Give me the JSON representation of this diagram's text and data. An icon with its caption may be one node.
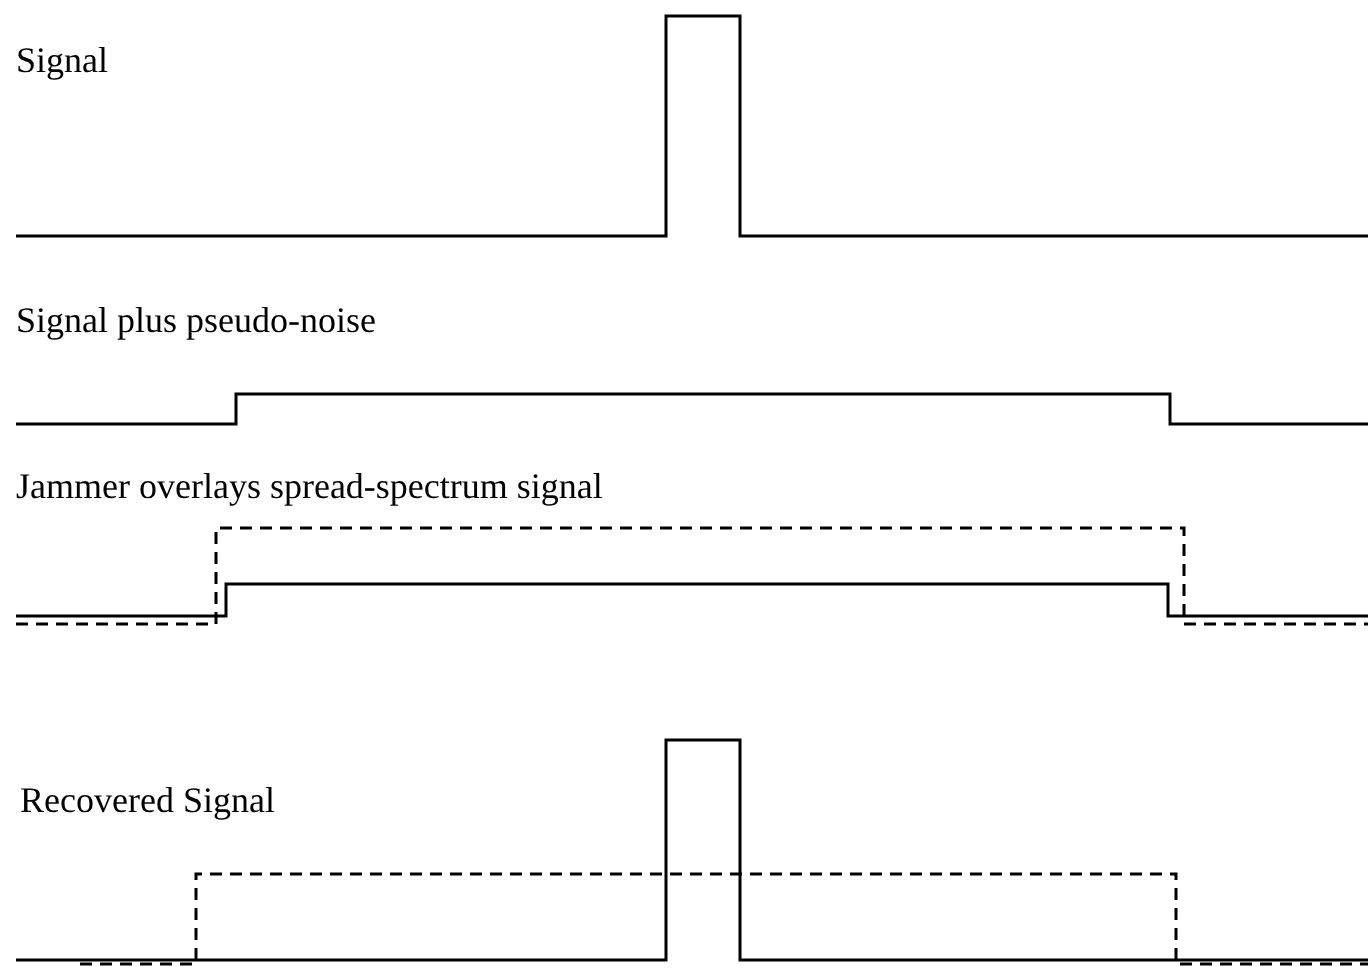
{
  "diagram": {
    "labels": [
      "Signal",
      "Signal plus pseudo-noise",
      "Jammer overlays spread-spectrum signal",
      "Recovered Signal"
    ]
  }
}
